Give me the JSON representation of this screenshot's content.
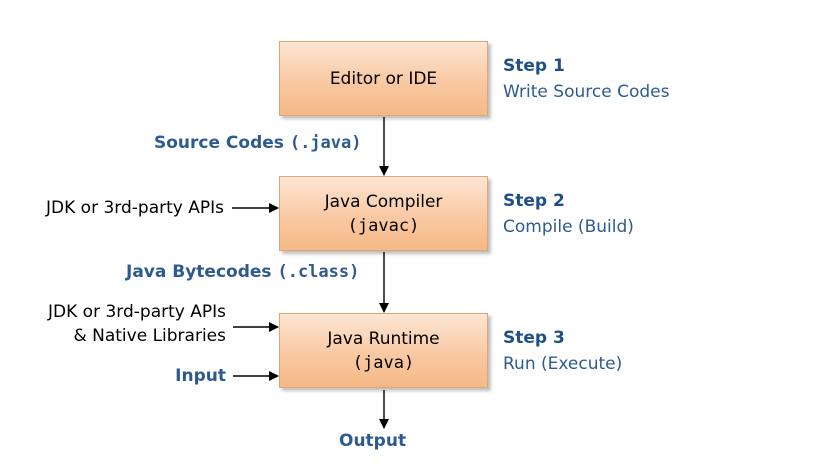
{
  "boxes": {
    "editor": {
      "line1": "Editor or IDE"
    },
    "compiler": {
      "line1": "Java Compiler",
      "line2": "(javac)"
    },
    "runtime": {
      "line1": "Java Runtime",
      "line2": "(java)"
    }
  },
  "steps": [
    {
      "title": "Step 1",
      "desc": "Write Source Codes"
    },
    {
      "title": "Step 2",
      "desc": "Compile (Build)"
    },
    {
      "title": "Step 3",
      "desc": "Run (Execute)"
    }
  ],
  "flows": {
    "source": {
      "text": "Source Codes ",
      "code": "(.java)"
    },
    "bytecode": {
      "text": "Java Bytecodes ",
      "code": "(.class)"
    },
    "output": {
      "text": "Output"
    }
  },
  "inputs": {
    "compiler_api": "JDK or 3rd-party APIs",
    "runtime_api_line1": "JDK or 3rd-party APIs",
    "runtime_api_line2": "& Native Libraries",
    "runtime_input": "Input"
  },
  "colors": {
    "box_top": "#fde6d4",
    "box_bottom": "#f6b986",
    "box_border": "#e3a574",
    "label_blue": "#2e5b8f"
  }
}
